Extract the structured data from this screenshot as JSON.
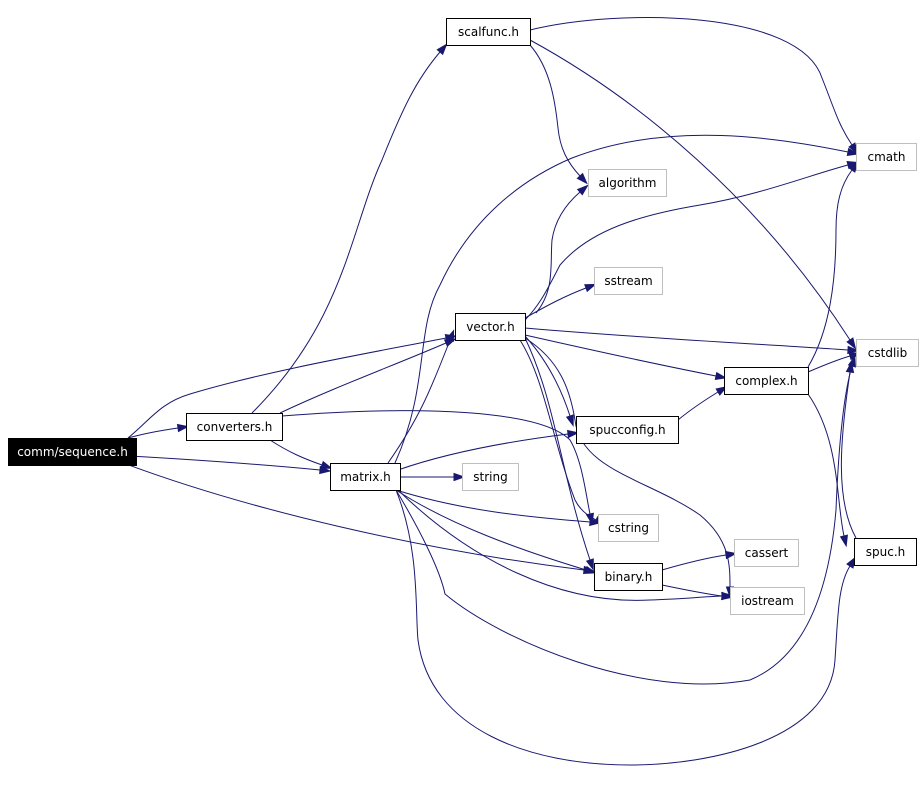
{
  "graph": {
    "colors": {
      "edge": "#191970",
      "root_fill": "#000000",
      "root_text": "#ffffff",
      "node_border": "#000000",
      "external_border": "#bfbfbf"
    },
    "nodes": {
      "sequence": {
        "label": "comm/sequence.h",
        "kind": "root"
      },
      "converters": {
        "label": "converters.h",
        "kind": "internal"
      },
      "matrix": {
        "label": "matrix.h",
        "kind": "internal"
      },
      "scalfunc": {
        "label": "scalfunc.h",
        "kind": "internal"
      },
      "vector": {
        "label": "vector.h",
        "kind": "internal"
      },
      "spucconfig": {
        "label": "spucconfig.h",
        "kind": "internal"
      },
      "complex": {
        "label": "complex.h",
        "kind": "internal"
      },
      "binary": {
        "label": "binary.h",
        "kind": "internal"
      },
      "spuc": {
        "label": "spuc.h",
        "kind": "internal"
      },
      "algorithm": {
        "label": "algorithm",
        "kind": "external"
      },
      "sstream": {
        "label": "sstream",
        "kind": "external"
      },
      "cmath": {
        "label": "cmath",
        "kind": "external"
      },
      "cstdlib": {
        "label": "cstdlib",
        "kind": "external"
      },
      "string": {
        "label": "string",
        "kind": "external"
      },
      "cstring": {
        "label": "cstring",
        "kind": "external"
      },
      "cassert": {
        "label": "cassert",
        "kind": "external"
      },
      "iostream": {
        "label": "iostream",
        "kind": "external"
      }
    },
    "edges": [
      {
        "from": "sequence",
        "to": "converters"
      },
      {
        "from": "sequence",
        "to": "vector"
      },
      {
        "from": "sequence",
        "to": "matrix"
      },
      {
        "from": "sequence",
        "to": "binary"
      },
      {
        "from": "converters",
        "to": "scalfunc"
      },
      {
        "from": "converters",
        "to": "vector"
      },
      {
        "from": "converters",
        "to": "matrix"
      },
      {
        "from": "converters",
        "to": "cstring"
      },
      {
        "from": "scalfunc",
        "to": "cmath"
      },
      {
        "from": "scalfunc",
        "to": "algorithm"
      },
      {
        "from": "scalfunc",
        "to": "cstdlib"
      },
      {
        "from": "matrix",
        "to": "vector"
      },
      {
        "from": "matrix",
        "to": "cmath"
      },
      {
        "from": "matrix",
        "to": "spucconfig"
      },
      {
        "from": "matrix",
        "to": "string"
      },
      {
        "from": "matrix",
        "to": "cstring"
      },
      {
        "from": "matrix",
        "to": "binary"
      },
      {
        "from": "matrix",
        "to": "iostream"
      },
      {
        "from": "matrix",
        "to": "spuc"
      },
      {
        "from": "matrix",
        "to": "cstdlib"
      },
      {
        "from": "vector",
        "to": "algorithm"
      },
      {
        "from": "vector",
        "to": "sstream"
      },
      {
        "from": "vector",
        "to": "cmath"
      },
      {
        "from": "vector",
        "to": "cstdlib"
      },
      {
        "from": "vector",
        "to": "complex"
      },
      {
        "from": "vector",
        "to": "spucconfig"
      },
      {
        "from": "vector",
        "to": "binary"
      },
      {
        "from": "vector",
        "to": "iostream"
      },
      {
        "from": "vector",
        "to": "cstring"
      },
      {
        "from": "spucconfig",
        "to": "complex"
      },
      {
        "from": "complex",
        "to": "cmath"
      },
      {
        "from": "complex",
        "to": "cstdlib"
      },
      {
        "from": "complex",
        "to": "spuc"
      },
      {
        "from": "binary",
        "to": "cassert"
      },
      {
        "from": "binary",
        "to": "iostream"
      },
      {
        "from": "spuc",
        "to": "cstdlib"
      }
    ]
  }
}
